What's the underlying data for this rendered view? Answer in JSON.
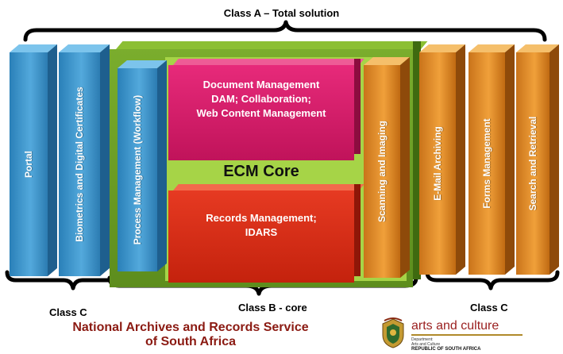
{
  "titles": {
    "class_a": "Class A – Total solution",
    "class_b": "Class B - core",
    "class_c_left": "Class C",
    "class_c_right": "Class C"
  },
  "pillars": {
    "portal": "Portal",
    "biometrics": "Biometrics and Digital Certificates",
    "process": "Process Management (Workflow)",
    "scanning": "Scanning and Imaging",
    "email": "E-Mail Archiving",
    "forms": "Forms Management",
    "search": "Search and Retrieval"
  },
  "core": {
    "document_line1": "Document Management",
    "document_line2": "DAM; Collaboration;",
    "document_line3": "Web Content Management",
    "ecm_label": "ECM Core",
    "records_line1": "Records Management;",
    "records_line2": "IDARS"
  },
  "footer": {
    "org_line1": "National Archives and Records Service",
    "org_line2": "of South Africa",
    "dept_name": "arts and culture",
    "dept_sub1": "Department:",
    "dept_sub2": "Arts and Culture",
    "dept_sub3": "REPUBLIC OF SOUTH AFRICA"
  },
  "colors": {
    "green_frame": "#6a9a25",
    "green_light": "#9ccc3a",
    "magenta": "#d41a68",
    "red": "#d8311b",
    "blue": "#3e93cb",
    "orange": "#e28a25",
    "org_text": "#8b1a12"
  }
}
